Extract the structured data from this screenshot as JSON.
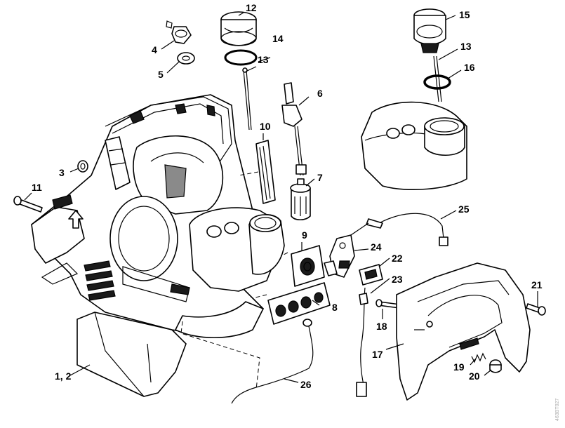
{
  "callouts": {
    "c1": "1, 2",
    "c3": "3",
    "c4": "4",
    "c5": "5",
    "c6": "6",
    "c7": "7",
    "c8": "8",
    "c9": "9",
    "c10": "10",
    "c11": "11",
    "c12": "12",
    "c13a": "13",
    "c13b": "13",
    "c14": "14",
    "c15": "15",
    "c16": "16",
    "c17": "17",
    "c18": "18",
    "c19": "19",
    "c20": "20",
    "c21": "21",
    "c22": "22",
    "c23": "23",
    "c24": "24",
    "c25": "25",
    "c26": "26"
  },
  "stamp": "463BT027"
}
